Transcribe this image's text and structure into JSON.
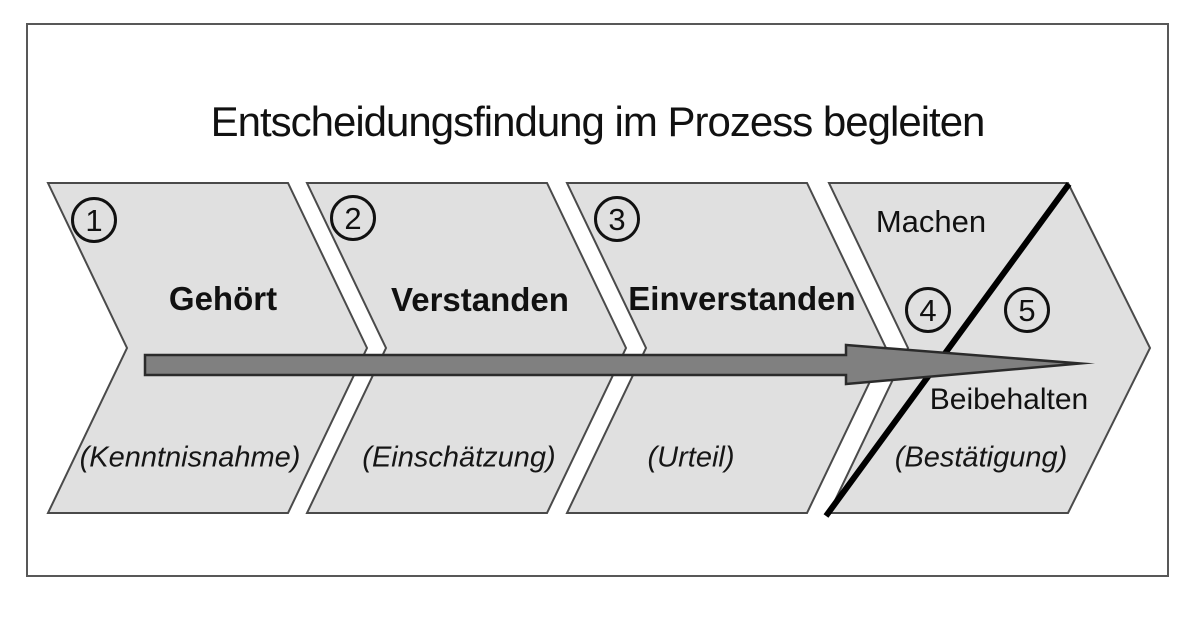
{
  "title": "Entscheidungsfindung im Prozess begleiten",
  "stages": [
    {
      "number": "1",
      "label": "Gehört",
      "sublabel": "(Kenntnisnahme)"
    },
    {
      "number": "2",
      "label": "Verstanden",
      "sublabel": "(Einschätzung)"
    },
    {
      "number": "3",
      "label": "Einverstanden",
      "sublabel": "(Urteil)"
    },
    {
      "number": "4",
      "label": "Machen"
    },
    {
      "number": "5",
      "label": "Beibehalten",
      "sublabel": "(Bestätigung)"
    }
  ],
  "colors": {
    "shape_fill": "#e0e0e0",
    "shape_stroke": "#4a4a4a",
    "arrow_fill": "#808080",
    "arrow_stroke": "#2b2b2b",
    "divider_line": "#000000",
    "frame_border": "#585858",
    "text": "#111111"
  }
}
